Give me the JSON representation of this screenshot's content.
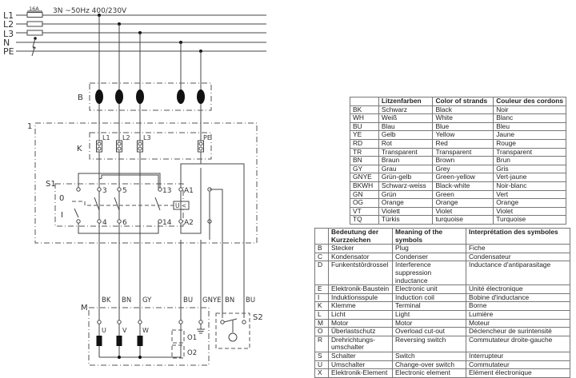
{
  "supply": {
    "lines": [
      "L1",
      "L2",
      "L3",
      "N",
      "PE"
    ],
    "fuse_rating": "16A",
    "spec": "3N ~50Hz 400/230V"
  },
  "labels": {
    "plug": "B",
    "unit": "1",
    "terminal": "K",
    "terminal_pins": [
      "L1",
      "L2",
      "L3",
      "PE"
    ],
    "switch": "S1",
    "switch_pins_top": [
      "3",
      "5",
      "13",
      "A1"
    ],
    "switch_pins_bottom": [
      "4",
      "6",
      "14",
      "A2"
    ],
    "switch_positions": [
      "0",
      "I"
    ],
    "undervoltage": "U <",
    "motor": "M",
    "motor_pins": [
      "U",
      "V",
      "W"
    ],
    "overload": [
      "O1",
      "O2"
    ],
    "switch2": "S2",
    "wire_colors_motor": [
      "BK",
      "BN",
      "GY",
      "BU",
      "GNYE"
    ],
    "wire_colors_s2": [
      "BN",
      "BU"
    ]
  },
  "colors_table": {
    "headers": [
      "",
      "Litzenfarben",
      "Color of strands",
      "Couleur des cordons"
    ],
    "rows": [
      [
        "BK",
        "Schwarz",
        "Black",
        "Noir"
      ],
      [
        "WH",
        "Weiß",
        "White",
        "Blanc"
      ],
      [
        "BU",
        "Blau",
        "Blue",
        "Bleu"
      ],
      [
        "YE",
        "Gelb",
        "Yellow",
        "Jaune"
      ],
      [
        "RD",
        "Rot",
        "Red",
        "Rouge"
      ],
      [
        "TR",
        "Transparent",
        "Transparent",
        "Transparent"
      ],
      [
        "BN",
        "Braun",
        "Brown",
        "Brun"
      ],
      [
        "GY",
        "Grau",
        "Grey",
        "Gris"
      ],
      [
        "GNYE",
        "Grün-gelb",
        "Green-yellow",
        "Vert-jaune"
      ],
      [
        "BKWH",
        "Schwarz-weiss",
        "Black-white",
        "Noir-blanc"
      ],
      [
        "GN",
        "Grün",
        "Green",
        "Vert"
      ],
      [
        "OG",
        "Orange",
        "Orange",
        "Orange"
      ],
      [
        "VT",
        "Violett",
        "Violet",
        "Violet"
      ],
      [
        "TQ",
        "Türkis",
        "turquoise",
        "Turquoise"
      ]
    ]
  },
  "symbols_table": {
    "headers": [
      "",
      "Bedeutung der Kurzzeichen",
      "Meaning of the symbols",
      "Interprétation des symboles"
    ],
    "rows": [
      [
        "B",
        "Stecker",
        "Plug",
        "Fiche"
      ],
      [
        "C",
        "Kondensator",
        "Condenser",
        "Condensateur"
      ],
      [
        "D",
        "Funkentstördrossel",
        "Interference suppression inductance",
        "Inductance d'antiparasitage"
      ],
      [
        "E",
        "Elektronik-Baustein",
        "Electronic unit",
        "Unité électronique"
      ],
      [
        "I",
        "Induktionsspule",
        "Induction coil",
        "Bobine d'inductance"
      ],
      [
        "K",
        "Klemme",
        "Terminal",
        "Borne"
      ],
      [
        "L",
        "Licht",
        "Light",
        "Lumière"
      ],
      [
        "M",
        "Motor",
        "Motor",
        "Moteur"
      ],
      [
        "O",
        "Überlastschutz",
        "Overload cut-out",
        "Déclencheur de surintensité"
      ],
      [
        "R",
        "Drehrichtungs-umschalter",
        "Reversing switch",
        "Commutateur droite-gauche"
      ],
      [
        "S",
        "Schalter",
        "Switch",
        "Interrupteur"
      ],
      [
        "U",
        "Umschalter",
        "Change-over switch",
        "Commutateur"
      ],
      [
        "X",
        "Elektronik-Element",
        "Electronic element",
        "Elément électronique"
      ]
    ]
  }
}
